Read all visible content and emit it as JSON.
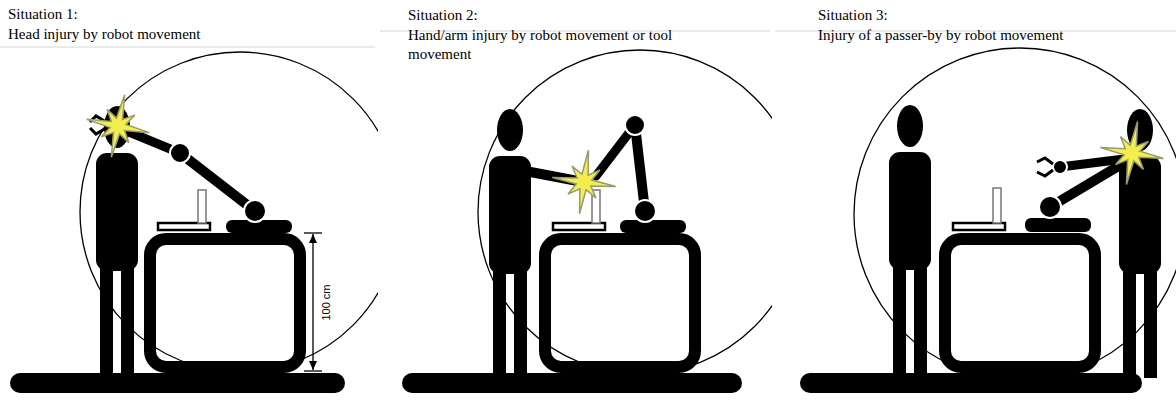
{
  "diagram": {
    "labels": [
      "Situation 1:",
      "Head injury by robot movement",
      "100 cm",
      "Situation 2:",
      "Hand/arm injury by robot movement or tool movement",
      "Situation 3:",
      "Injury of a passer-by by robot movement"
    ]
  }
}
